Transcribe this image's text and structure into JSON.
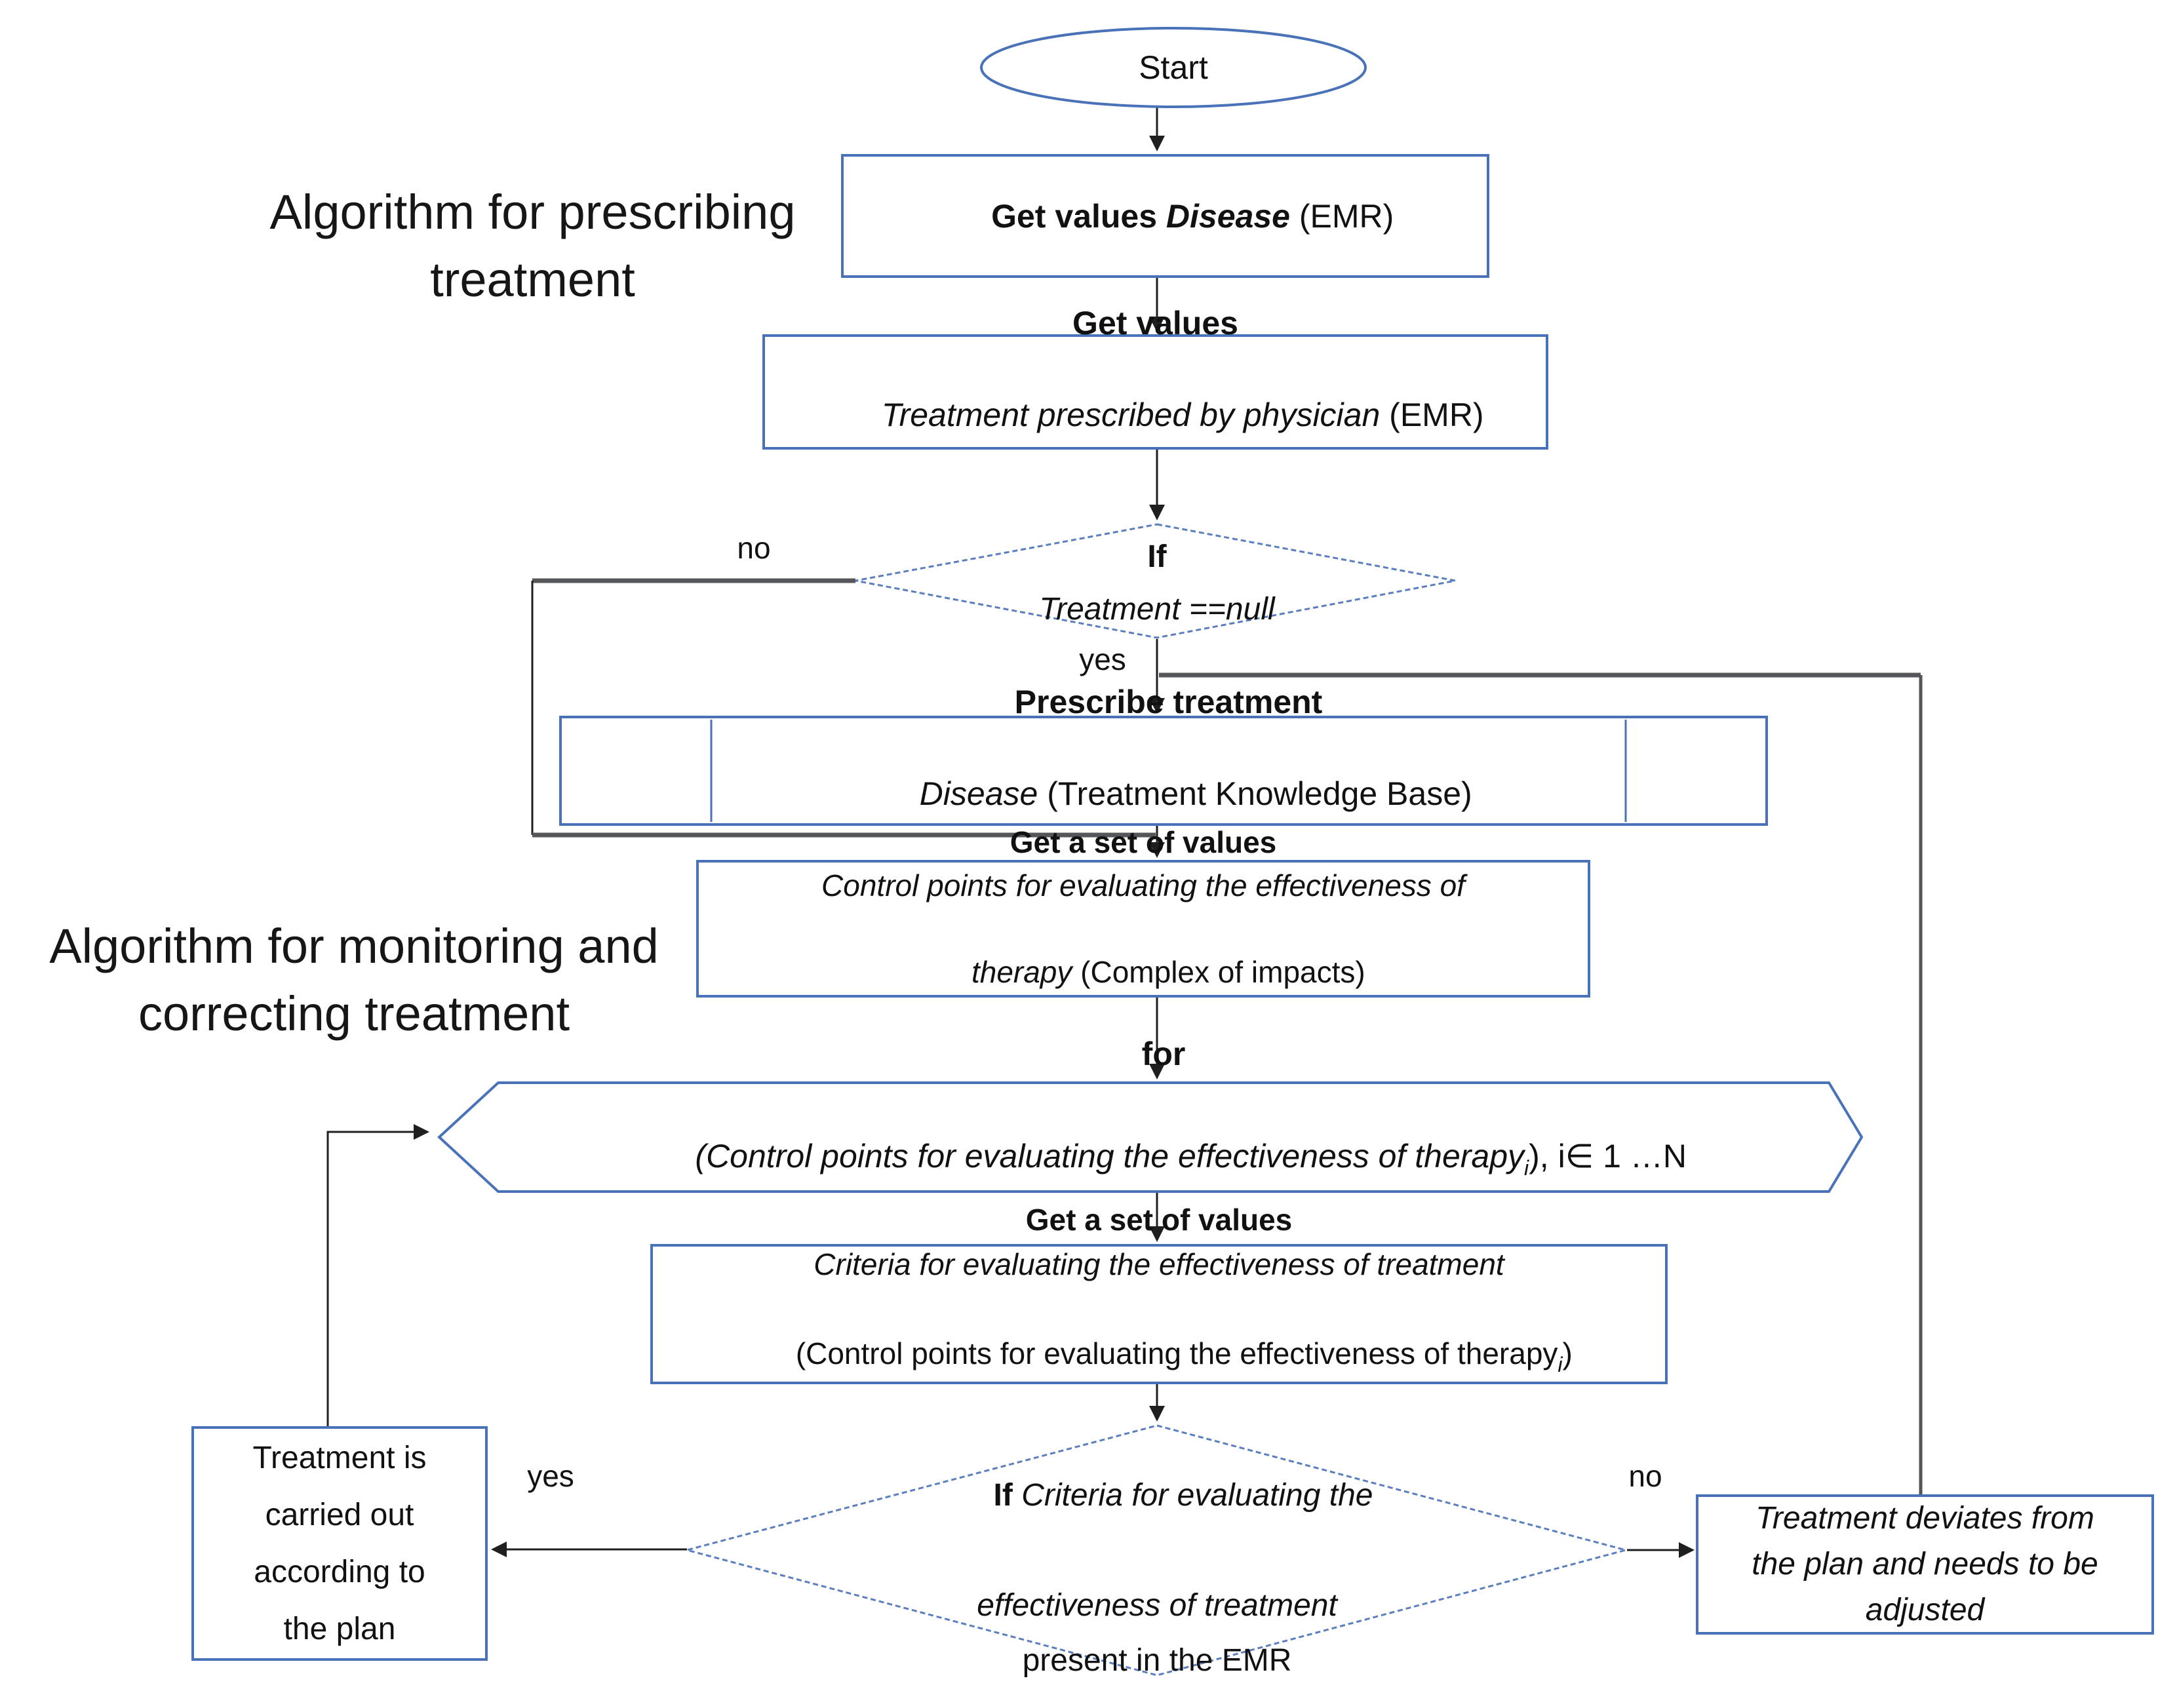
{
  "titles": {
    "prescribing": "Algorithm for prescribing treatment",
    "monitoring": "Algorithm for monitoring and correcting treatment"
  },
  "nodes": {
    "start": {
      "label": "Start"
    },
    "get_disease": {
      "bold": "Get values ",
      "italic": "Disease",
      "rest": " (EMR)"
    },
    "get_treatment": {
      "bold": "Get values",
      "italic": "Treatment prescribed by physician",
      "rest": " (EMR)"
    },
    "if_treatment_null": {
      "keyword": "If",
      "condition": "Treatment ==null"
    },
    "prescribe": {
      "bold": "Prescribe treatment",
      "italic": "Disease",
      "rest": " (Treatment Knowledge Base)"
    },
    "get_control_points": {
      "bold": "Get a set of values",
      "italic_line": "Control points for evaluating the effectiveness of",
      "italic2": "therapy",
      "rest": " (Complex of impacts)"
    },
    "for_loop": {
      "keyword": "for",
      "italic": "(Control points for evaluating the effectiveness of therapy",
      "sub": "i",
      "rest": "), i∈ 1 …N"
    },
    "get_criteria": {
      "bold": "Get a set of values",
      "italic_line": "Criteria for evaluating the effectiveness of treatment",
      "paren": "(Control points for evaluating the effectiveness of therapy",
      "sub": "i",
      "paren_close": ")"
    },
    "if_criteria": {
      "keyword": "If",
      "italic1": " Criteria for evaluating the",
      "italic2": "effectiveness of treatment",
      "line3": "present in the EMR"
    },
    "treatment_plan": {
      "label": "Treatment is carried out according to the plan"
    },
    "treatment_deviates": {
      "label": "Treatment deviates from the plan and needs to be adjusted"
    }
  },
  "edge_labels": {
    "no_top": "no",
    "yes_top": "yes",
    "yes_bottom": "yes",
    "no_bottom": "no"
  },
  "colors": {
    "shape_border": "#4a72b8",
    "diamond_border": "#5b7ec0",
    "connector": "#1f1f1f",
    "thick_connector": "#55565a",
    "text": "#111111",
    "background": "#ffffff"
  }
}
